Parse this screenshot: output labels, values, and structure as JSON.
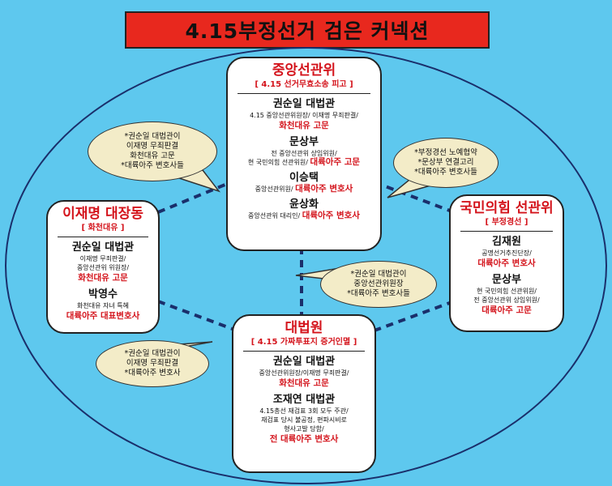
{
  "title": "4.15부정선거 검은 커넥션",
  "colors": {
    "background": "#5ec8ee",
    "title_bg": "#e8281e",
    "accent_red": "#d4141c",
    "bubble": "#f3ecc8",
    "ellipse_line": "#1a2f6b"
  },
  "nec": {
    "heading": "중앙선관위",
    "sub": "[ 4.15 선거무효소송 피고 ]",
    "people": [
      {
        "name": "권순일 대법관",
        "line1": "4.15 중앙선관위원장/ 이재명 무죄판결/",
        "red": "화천대유 고문"
      },
      {
        "name": "문상부",
        "line1": "전 중앙선관위 상임위원/",
        "line2": "현 국민의힘 선관위원/",
        "inline_red": "대륙아주 고문"
      },
      {
        "name": "이승택",
        "line1": "중앙선관위원/",
        "inline_red": "대륙아주 변호사"
      },
      {
        "name": "윤상화",
        "line1": "중앙선관위 대리인/",
        "inline_red": "대륙아주 변호사"
      }
    ]
  },
  "left": {
    "heading": "이재명 대장동",
    "sub": "[ 화천대유 ]",
    "people": [
      {
        "name": "권순일 대법관",
        "line1": "이재명 무죄판결/",
        "line2": "중앙선관위 위원장/",
        "red": "화천대유 고문"
      },
      {
        "name": "박영수",
        "line1": "화천대유 자녀 특혜",
        "red": "대륙아주 대표변호사"
      }
    ]
  },
  "right": {
    "heading": "국민의힘 선관위",
    "sub": "[ 부정경선 ]",
    "people": [
      {
        "name": "김재원",
        "line1": "공명선거추진단장/",
        "red": "대륙아주 변호사"
      },
      {
        "name": "문상부",
        "line1": "현 국민의힘 선관위원/",
        "line2": "전 중앙선관위 상임위원/",
        "red": "대륙아주 고문"
      }
    ]
  },
  "court": {
    "heading": "대법원",
    "sub": "[ 4.15 가짜투표지 증거인멸 ]",
    "people": [
      {
        "name": "권순일 대법관",
        "line1": "중앙선관위원장/이재명 무죄판결/",
        "red": "화천대유 고문"
      },
      {
        "name": "조재연 대법관",
        "line1": "4.15총선 재검표 3회 모두 주관/",
        "line2": "재검표 당시 불공정, 편파시비로",
        "line3": "형사고발 당함/",
        "red": "전 대륙아주 변호사"
      }
    ]
  },
  "bubbles": {
    "top_left": [
      "*권순일 대법관이",
      "이재명 무죄판결",
      "화천대유 고문",
      "*대륙아주 변호사들"
    ],
    "top_right": [
      "*부정경선 노예협약",
      "*문상부 연결고리",
      "*대륙아주 변호사들"
    ],
    "middle": [
      "*권순일 대법관이",
      "중앙선관위원장",
      "*대륙아주 변호사들"
    ],
    "bottom_left": [
      "*권순일 대법관이",
      "이재명 무죄판결",
      "*대륙아주 변호사"
    ]
  }
}
